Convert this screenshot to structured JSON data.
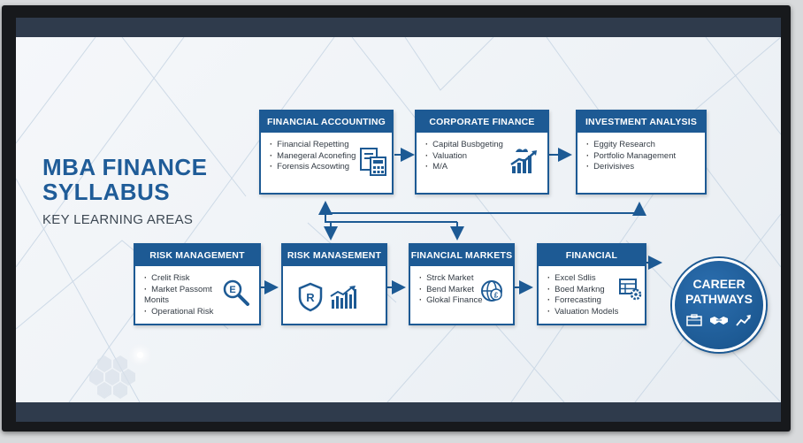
{
  "title": {
    "main": "MBA FINANCE\nSYLLABUS",
    "subtitle": "KEY LEARNING AREAS"
  },
  "modules": [
    {
      "id": "financial-accounting",
      "title": "FINANCIAL ACCOUNTING",
      "items": [
        "Financial Repetting",
        "Manegeral Aconefing",
        "Forensis Acsowting"
      ],
      "icon": "calculator-document-icon"
    },
    {
      "id": "corporate-finance",
      "title": "CORPORATE FINANCE",
      "items": [
        "Capital Busbgeting",
        "Valuation",
        "M/A"
      ],
      "icon": "growth-chart-icon"
    },
    {
      "id": "investment-analysis",
      "title": "INVESTMENT ANALYSIS",
      "items": [
        "Eggity Research",
        "Portfolio Management",
        "Derivisives"
      ],
      "icon": ""
    },
    {
      "id": "risk-management",
      "title": "RISK MANAGEMENT",
      "items": [
        "Crelit Risk",
        "Market Passomt\nMonits",
        "Operational Risk"
      ],
      "icon": "magnifier-icon"
    },
    {
      "id": "risk-manasement",
      "title": "RISK MANASEMENT",
      "items": [],
      "icon": "shield-chart-icon"
    },
    {
      "id": "financial-markets",
      "title": "FINANCIAL MARKETS",
      "items": [
        "Strck Market",
        "Bend Market",
        "Glokal Finance"
      ],
      "icon": "globe-icon"
    },
    {
      "id": "financial-modelling",
      "title": "FINANCIAL MODELLING",
      "items": [
        "Excel Sdlis",
        "Boed Markng",
        "Forrecasting",
        "Valuation Models"
      ],
      "icon": "spreadsheet-gear-icon"
    }
  ],
  "career": {
    "title": "CAREER\nPATHWAYS",
    "icons": [
      "briefcase-icon",
      "handshake-icon",
      "trend-arrow-icon"
    ]
  },
  "colors": {
    "primary": "#1d5a94",
    "frame": "#17191c",
    "bar": "#2f3b4c",
    "background": "#f2f5f8"
  }
}
